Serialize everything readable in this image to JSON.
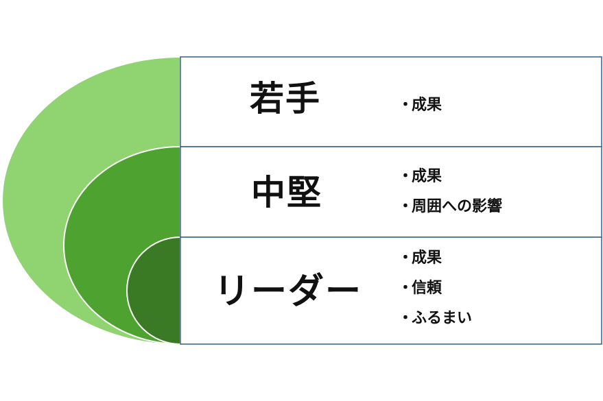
{
  "colors": {
    "outer": "#90d472",
    "middle": "#4ea22f",
    "inner": "#3a7a24",
    "box_border": "#2e5f8a",
    "box_fill": "#ffffff",
    "text": "#111111"
  },
  "levels": [
    {
      "title": "若手",
      "items": [
        "成果"
      ]
    },
    {
      "title": "中堅",
      "items": [
        "成果",
        "周囲への影響"
      ]
    },
    {
      "title": "リーダー",
      "items": [
        "成果",
        "信頼",
        "ふるまい"
      ]
    }
  ],
  "bullet": "・"
}
